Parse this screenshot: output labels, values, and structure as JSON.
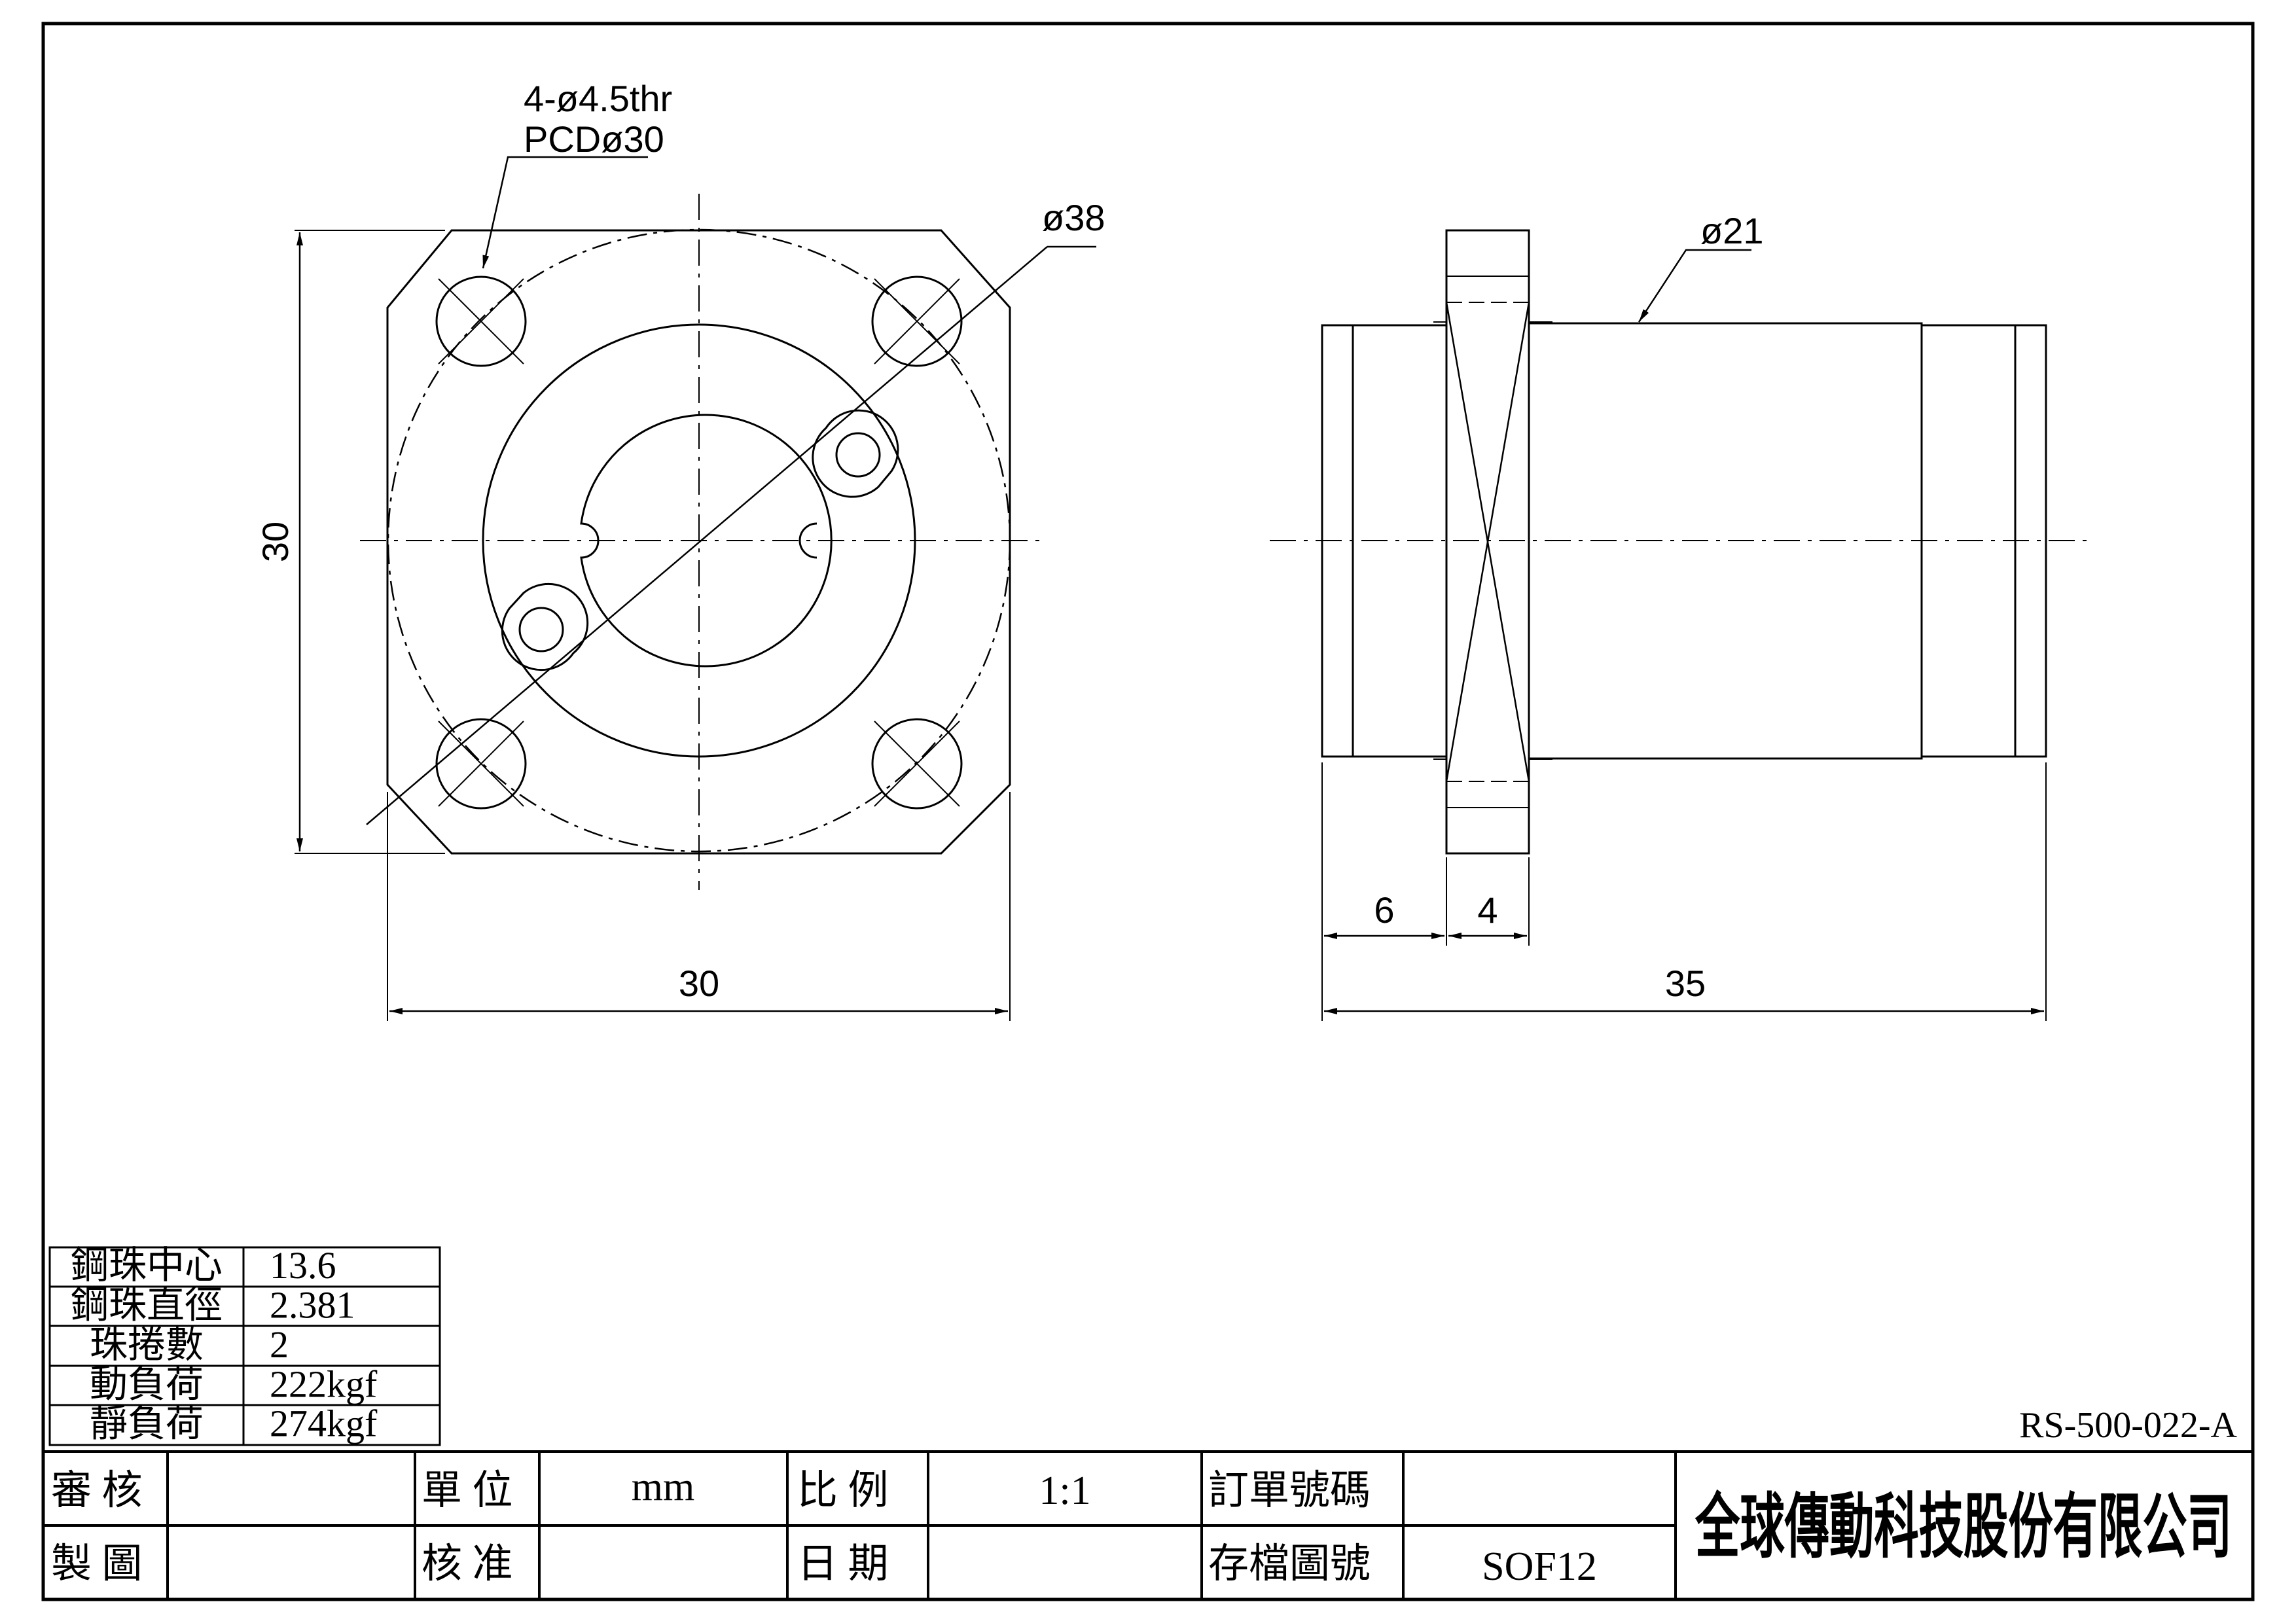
{
  "drawing": {
    "front_view": {
      "hole_note_line1": "4-ø4.5thr",
      "hole_note_line2": "PCDø30",
      "pcd_diameter_label": "ø38",
      "height_dim": "30",
      "width_dim": "30"
    },
    "side_view": {
      "body_diameter_label": "ø21",
      "dim_6": "6",
      "dim_4": "4",
      "dim_total": "35"
    },
    "drawing_code": "RS-500-022-A"
  },
  "specs_table": {
    "rows": [
      {
        "label": "鋼珠中心",
        "value": "13.6"
      },
      {
        "label": "鋼珠直徑",
        "value": "2.381"
      },
      {
        "label": "珠捲數",
        "value": "2"
      },
      {
        "label": "動負荷",
        "value": "222kgf"
      },
      {
        "label": "靜負荷",
        "value": "274kgf"
      }
    ]
  },
  "title_block": {
    "review_label": "審 核",
    "drawn_label": "製 圖",
    "unit_label": "單 位",
    "unit_value": "mm",
    "approve_label": "核 准",
    "approve_value": "",
    "scale_label": "比 例",
    "scale_value": "1:1",
    "date_label": "日 期",
    "date_value": "",
    "order_no_label": "訂單號碼",
    "order_no_value": "",
    "file_no_label": "存檔圖號",
    "file_no_value": "SOF12",
    "review_value": "",
    "drawn_value": "",
    "company": "全球傳動科技股份有限公司"
  }
}
